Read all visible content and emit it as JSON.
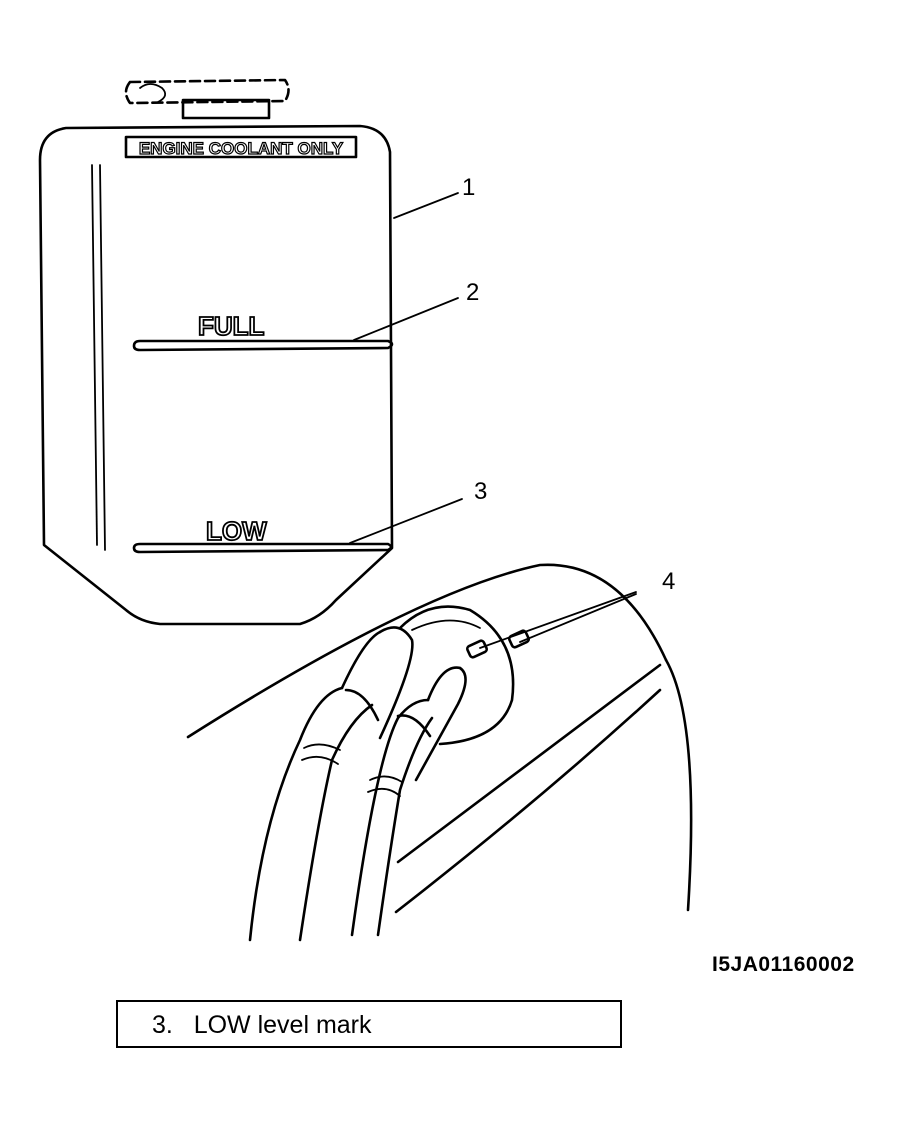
{
  "tank_label": "ENGINE COOLANT ONLY",
  "level_marks": {
    "full": "FULL",
    "low": "LOW"
  },
  "callouts": [
    "1",
    "2",
    "3",
    "4"
  ],
  "figure_id": "I5JA01160002",
  "legend": {
    "number": "3.",
    "text": "LOW level mark"
  }
}
